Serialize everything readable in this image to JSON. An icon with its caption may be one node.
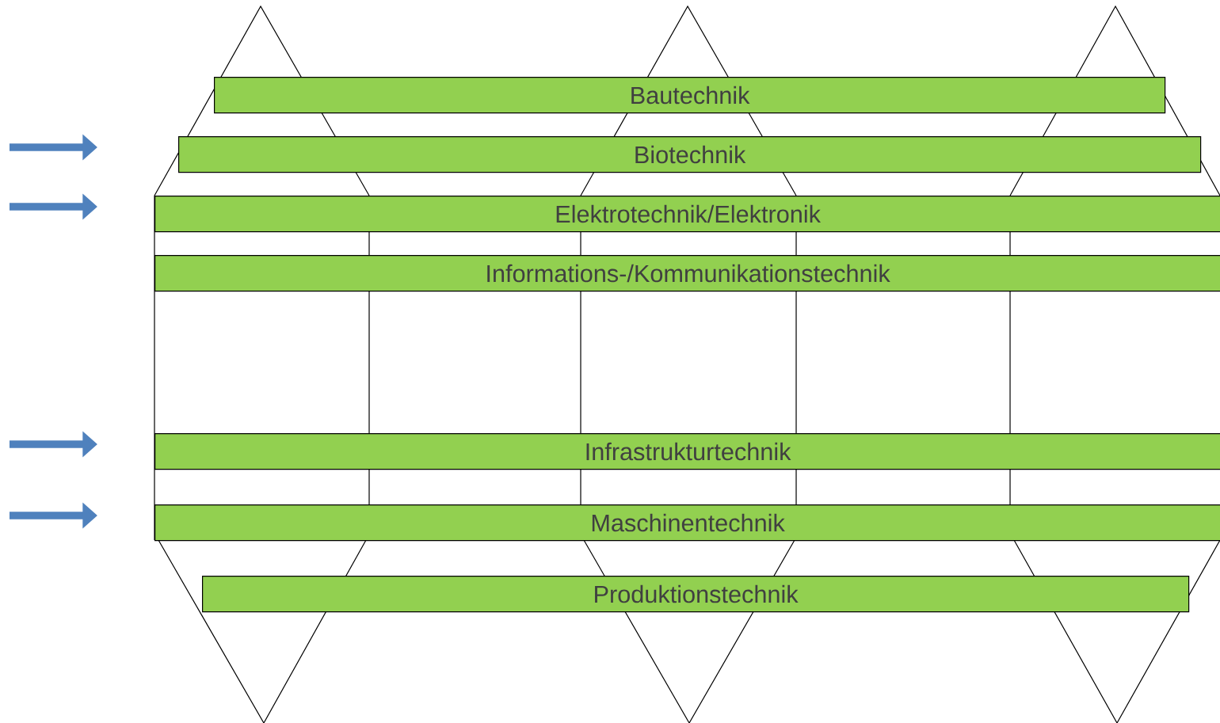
{
  "diagram": {
    "nodes": [
      {
        "text": [
          "Bautechnik"
        ]
      },
      {
        "text": [
          "Biotechnik"
        ]
      },
      {
        "text": [
          "Elektrotechnik/Elektronik"
        ]
      },
      {
        "text": [
          "Informations-/Kommunikationstechnik"
        ]
      },
      {
        "text": [
          "Infrastrukturtechnik"
        ]
      },
      {
        "text": [
          "Maschinentechnik"
        ]
      },
      {
        "text": [
          "Produktionstechnik"
        ]
      }
    ]
  }
}
